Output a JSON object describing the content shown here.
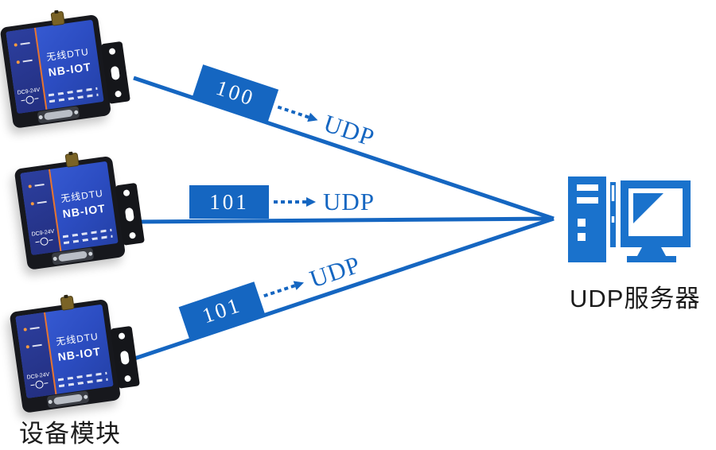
{
  "colors": {
    "line_blue": "#1566c1",
    "icon_blue": "#1a72cc",
    "packet_text": "#ffffff",
    "caption_text": "#1b1b1b"
  },
  "captions": {
    "devices": "设备模块",
    "server": "UDP服务器"
  },
  "device": {
    "title1": "无线DTU",
    "title2": "NB-IOT",
    "power_label": "DC9-24V"
  },
  "links": [
    {
      "packet_id": "100",
      "protocol": "UDP"
    },
    {
      "packet_id": "101",
      "protocol": "UDP"
    },
    {
      "packet_id": "101",
      "protocol": "UDP"
    }
  ]
}
